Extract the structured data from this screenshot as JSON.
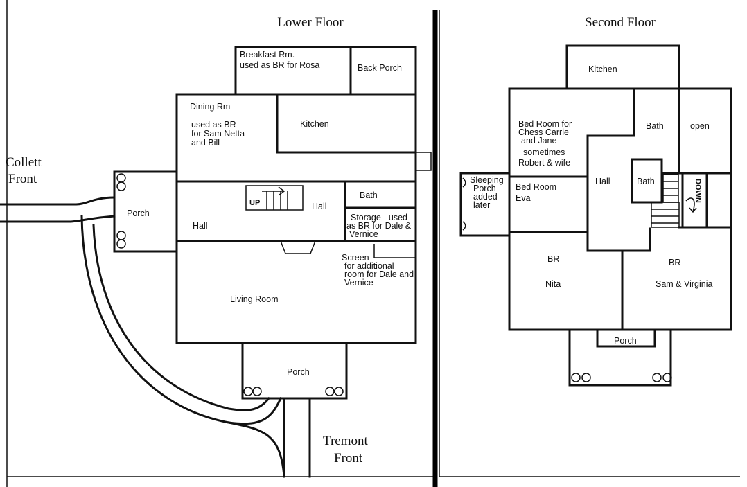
{
  "titles": {
    "lower": "Lower Floor",
    "second": "Second Floor"
  },
  "streets": {
    "collett": [
      "Collett",
      "Front"
    ],
    "tremont": [
      "Tremont",
      "Front"
    ]
  },
  "lower_floor": {
    "breakfast": [
      "Breakfast Rm.",
      "used as BR for Rosa"
    ],
    "back_porch": "Back Porch",
    "dining": [
      "Dining Rm",
      "used as BR",
      "for Sam Netta",
      "and Bill"
    ],
    "kitchen": "Kitchen",
    "bath": "Bath",
    "hall_center": "Hall",
    "hall_left": "Hall",
    "porch_side": "Porch",
    "storage": [
      "Storage - used",
      "as BR for Dale &",
      "Vernice"
    ],
    "screen": [
      "Screen",
      "for additional",
      "room for Dale and",
      "Vernice"
    ],
    "living": "Living Room",
    "porch_front": "Porch",
    "stair_mark": "UP"
  },
  "second_floor": {
    "kitchen": "Kitchen",
    "bed_chess": [
      "Bed Room for",
      "Chess Carrie",
      "and Jane",
      "sometimes",
      "Robert & wife"
    ],
    "bath_top": "Bath",
    "open": "open",
    "sleeping_porch": [
      "Sleeping",
      "Porch",
      "added",
      "later"
    ],
    "bed_eva": [
      "Bed Room",
      "Eva"
    ],
    "hall": "Hall",
    "bath_small": "Bath",
    "down": "DOWN",
    "br_nita": [
      "BR",
      "Nita"
    ],
    "br_sam": [
      "BR",
      "Sam & Virginia"
    ],
    "porch": "Porch"
  }
}
